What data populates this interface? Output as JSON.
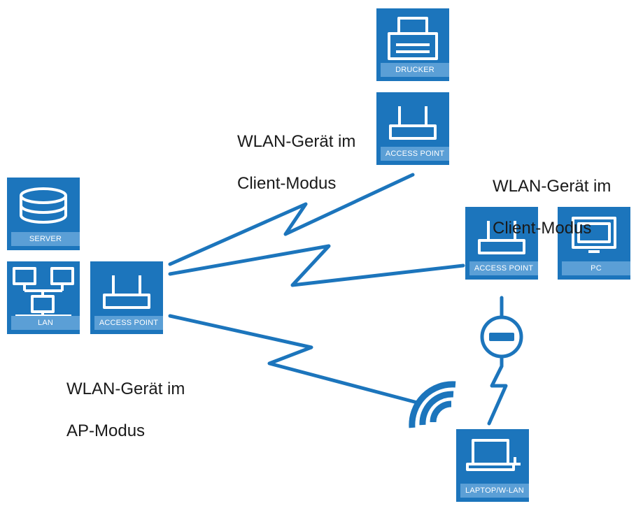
{
  "devices": {
    "drucker": {
      "label": "DRUCKER",
      "icon": "printer-icon"
    },
    "ap_top": {
      "label": "ACCESS POINT",
      "icon": "access-point-icon"
    },
    "ap_right": {
      "label": "ACCESS POINT",
      "icon": "access-point-icon"
    },
    "pc": {
      "label": "PC",
      "icon": "monitor-icon"
    },
    "server": {
      "label": "SERVER",
      "icon": "database-icon"
    },
    "lan": {
      "label": "LAN",
      "icon": "network-icon"
    },
    "ap_left": {
      "label": "ACCESS POINT",
      "icon": "access-point-icon"
    },
    "laptop": {
      "label": "LAPTOP/W-LAN",
      "icon": "laptop-icon"
    }
  },
  "captions": {
    "top": {
      "line1": "WLAN-Gerät im",
      "line2": "Client-Modus"
    },
    "right": {
      "line1": "WLAN-Gerät im",
      "line2": "Client-Modus"
    },
    "left": {
      "line1": "WLAN-Gerät im",
      "line2": "AP-Modus"
    }
  },
  "colors": {
    "tile": "#1c75bc",
    "label_band": "#5b9fd6",
    "link": "#1c75bc"
  }
}
